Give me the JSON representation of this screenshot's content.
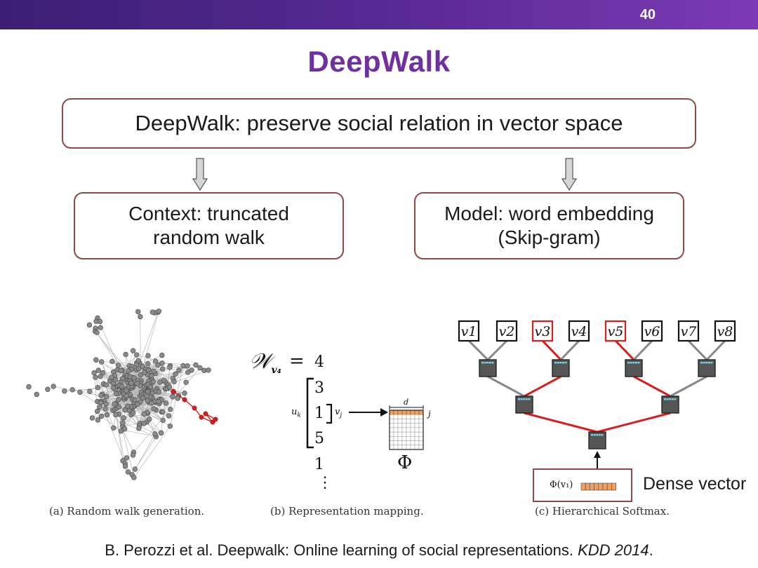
{
  "slide": {
    "page_number": "40",
    "title": "DeepWalk"
  },
  "boxes": {
    "main": {
      "label_bold": "DeepWalk",
      "label_rest": ": preserve social relation in vector space"
    },
    "context": {
      "line1": "Context: truncated",
      "line2": "random walk"
    },
    "model": {
      "line1": "Model: word embedding",
      "line2": "(Skip-gram)"
    }
  },
  "figures": {
    "a_caption": "(a) Random walk generation.",
    "b_caption": "(b) Representation mapping.",
    "c_caption": "(c) Hierarchical Softmax.",
    "b": {
      "walk_symbol": "𝒲",
      "walk_subscript": "v₄",
      "equals": "=",
      "walk_sequence": [
        "4",
        "3",
        "1",
        "5",
        "1",
        "⋮"
      ],
      "uk_label": "u",
      "uk_sub": "k",
      "vj_label": "v",
      "vj_sub": "j",
      "d_label": "d",
      "j_label": "j",
      "phi_label": "Φ"
    },
    "c": {
      "leaves": [
        "v1",
        "v2",
        "v3",
        "v4",
        "v5",
        "v6",
        "v7",
        "v8"
      ],
      "phi_v1": "Φ(v₁)",
      "dense_label": "Dense vector"
    }
  },
  "citation": {
    "text": "B. Perozzi et al. Deepwalk: Online learning of social representations.",
    "venue": "KDD 2014",
    "end": "."
  },
  "colors": {
    "topbar": "#5a2a96",
    "title": "#7030a0",
    "box_border": "#8b4a4a",
    "highlight_red": "#d42020",
    "node_gray": "#8a8a8a",
    "embedding_orange": "#f0a060"
  }
}
